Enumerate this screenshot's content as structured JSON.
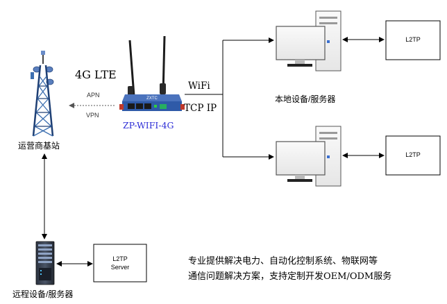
{
  "router": {
    "lte_label": "4G LTE",
    "model_label": "ZP-WIFI-4G",
    "brand_text": "ZXTC"
  },
  "links": {
    "apn_label": "APN",
    "vpn_label": "VPN",
    "wifi_label": "WiFi",
    "tcpip_label": "TCP IP"
  },
  "tower": {
    "label": "运营商基站"
  },
  "local_devices": {
    "label": "本地设备/服务器",
    "box_top": "L2TP",
    "box_bottom": "L2TP"
  },
  "remote": {
    "label": "远程设备/服务器",
    "box_line1": "L2TP",
    "box_line2": "Server"
  },
  "description": {
    "line1": "专业提供解决电力、自动化控制系统、物联网等",
    "line2": "通信问题解决方案，支持定制开发OEM/ODM服务"
  },
  "colors": {
    "router_blue": "#2f5aa8",
    "model_label_blue": "#2b2bd6",
    "tower_blue": "#3d6fb0",
    "line": "#000000"
  }
}
